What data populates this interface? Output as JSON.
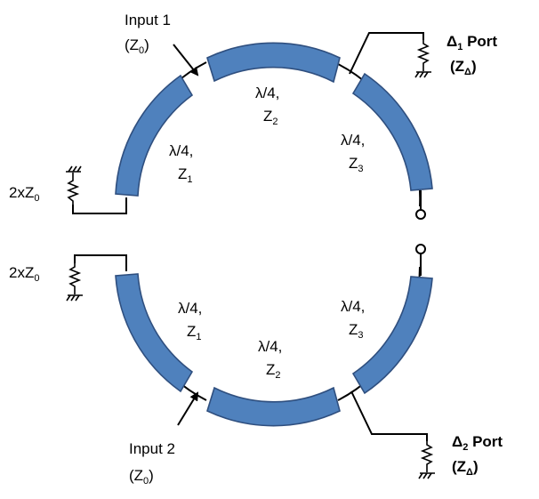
{
  "diagram": {
    "top_ring": {
      "input_label": "Input 1",
      "input_impedance": "(Z",
      "input_impedance_sub": "0",
      "input_impedance_close": ")",
      "seg1_line1": "λ/4,",
      "seg1_line2": "Z",
      "seg1_sub": "1",
      "seg2_line1": "λ/4,",
      "seg2_line2": "Z",
      "seg2_sub": "2",
      "seg3_line1": "λ/4,",
      "seg3_line2": "Z",
      "seg3_sub": "3",
      "load_label": "2xZ",
      "load_sub": "0",
      "port_delta": "Δ",
      "port_index": "1",
      "port_label": " Port",
      "port_impedance": "(Z",
      "port_impedance_sub": "Δ",
      "port_impedance_close": ")"
    },
    "bottom_ring": {
      "input_label": "Input 2",
      "input_impedance": "(Z",
      "input_impedance_sub": "0",
      "input_impedance_close": ")",
      "seg1_line1": "λ/4,",
      "seg1_line2": "Z",
      "seg1_sub": "1",
      "seg2_line1": "λ/4,",
      "seg2_line2": "Z",
      "seg2_sub": "2",
      "seg3_line1": "λ/4,",
      "seg3_line2": "Z",
      "seg3_sub": "3",
      "load_label": "2xZ",
      "load_sub": "0",
      "port_delta": "Δ",
      "port_index": "2",
      "port_label": " Port",
      "port_impedance": "(Z",
      "port_impedance_sub": "Δ",
      "port_impedance_close": ")"
    },
    "colors": {
      "segment_fill": "#4f81bd",
      "segment_stroke": "#2f4f7f",
      "line": "#000000"
    }
  }
}
